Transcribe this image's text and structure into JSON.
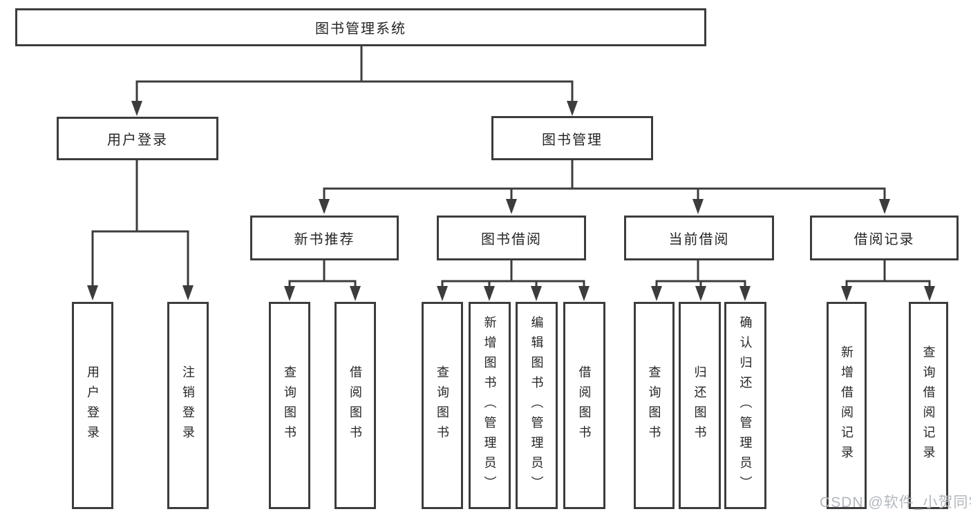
{
  "colors": {
    "line": "#3c3c3c",
    "text": "#262626",
    "background": "#ffffff",
    "watermark": "#b2b7bd"
  },
  "tree": {
    "root": {
      "label": "图书管理系统",
      "children": [
        {
          "label": "用户登录",
          "children": [
            {
              "label": "用户登录"
            },
            {
              "label": "注销登录"
            }
          ]
        },
        {
          "label": "图书管理",
          "children": [
            {
              "label": "新书推荐",
              "children": [
                {
                  "label": "查询图书"
                },
                {
                  "label": "借阅图书"
                }
              ]
            },
            {
              "label": "图书借阅",
              "children": [
                {
                  "label": "查询图书"
                },
                {
                  "label": "新增图书（管理员）"
                },
                {
                  "label": "编辑图书（管理员）"
                },
                {
                  "label": "借阅图书"
                }
              ]
            },
            {
              "label": "当前借阅",
              "children": [
                {
                  "label": "查询图书"
                },
                {
                  "label": "归还图书"
                },
                {
                  "label": "确认归还（管理员）"
                }
              ]
            },
            {
              "label": "借阅记录",
              "children": [
                {
                  "label": "新增借阅记录"
                },
                {
                  "label": "查询借阅记录"
                }
              ]
            }
          ]
        }
      ]
    }
  },
  "watermark": {
    "text": "CSDN @软件_小贺同学"
  }
}
